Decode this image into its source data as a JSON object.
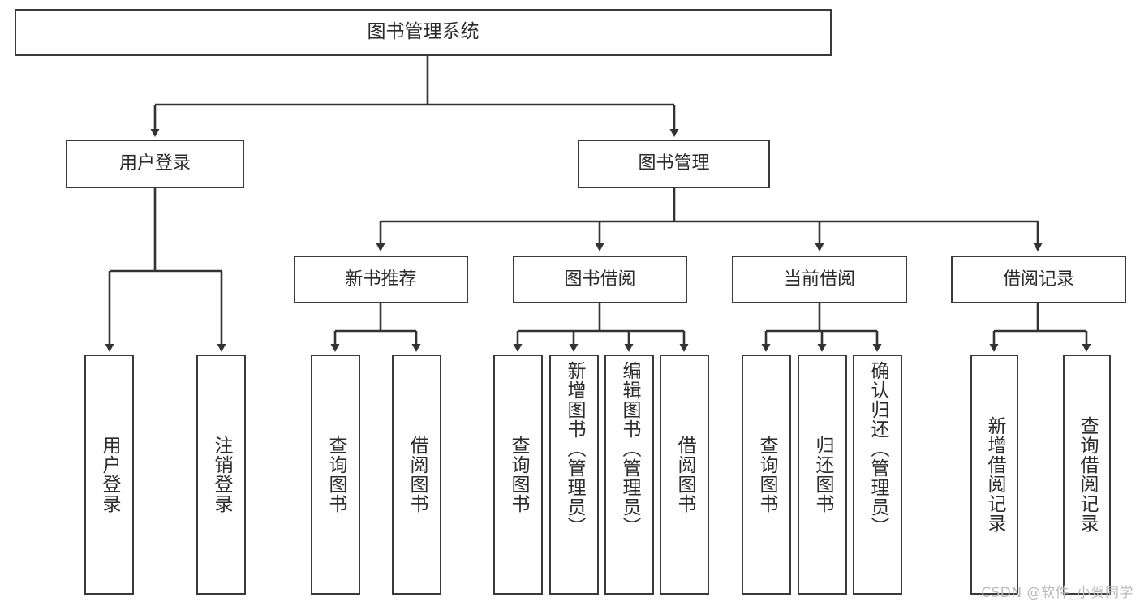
{
  "diagram": {
    "title": "图书管理系统",
    "type": "hierarchy-tree",
    "watermark": "CSDN @软件_小贺同学",
    "palette": {
      "box_border": "#3a3a3a",
      "box_fill": "#ffffff",
      "connector": "#333333",
      "text": "#2b2b2b",
      "background": "#ffffff",
      "watermark_text": "#b9b9b9"
    },
    "nodes": {
      "root": {
        "label": "图书管理系统"
      },
      "level2": [
        {
          "id": "user-login",
          "label": "用户登录"
        },
        {
          "id": "book-management",
          "label": "图书管理"
        }
      ],
      "level3": [
        {
          "id": "new-book-recommend",
          "label": "新书推荐"
        },
        {
          "id": "book-borrow",
          "label": "图书借阅"
        },
        {
          "id": "current-borrow",
          "label": "当前借阅"
        },
        {
          "id": "borrow-record",
          "label": "借阅记录"
        }
      ],
      "leaves": {
        "user-login": [
          {
            "id": "leaf-user-login",
            "label": "用户登录"
          },
          {
            "id": "leaf-logout",
            "label": "注销登录"
          }
        ],
        "new-book-recommend": [
          {
            "id": "leaf-query-book-1",
            "label": "查询图书"
          },
          {
            "id": "leaf-borrow-book-1",
            "label": "借阅图书"
          }
        ],
        "book-borrow": [
          {
            "id": "leaf-query-book-2",
            "label": "查询图书"
          },
          {
            "id": "leaf-add-book",
            "label": "新增图书（管理员）"
          },
          {
            "id": "leaf-edit-book",
            "label": "编辑图书（管理员）"
          },
          {
            "id": "leaf-borrow-book-2",
            "label": "借阅图书"
          }
        ],
        "current-borrow": [
          {
            "id": "leaf-query-book-3",
            "label": "查询图书"
          },
          {
            "id": "leaf-return-book",
            "label": "归还图书"
          },
          {
            "id": "leaf-confirm-return",
            "label": "确认归还（管理员）"
          }
        ],
        "borrow-record": [
          {
            "id": "leaf-add-record",
            "label": "新增借阅记录"
          },
          {
            "id": "leaf-query-record",
            "label": "查询借阅记录"
          }
        ]
      }
    }
  }
}
